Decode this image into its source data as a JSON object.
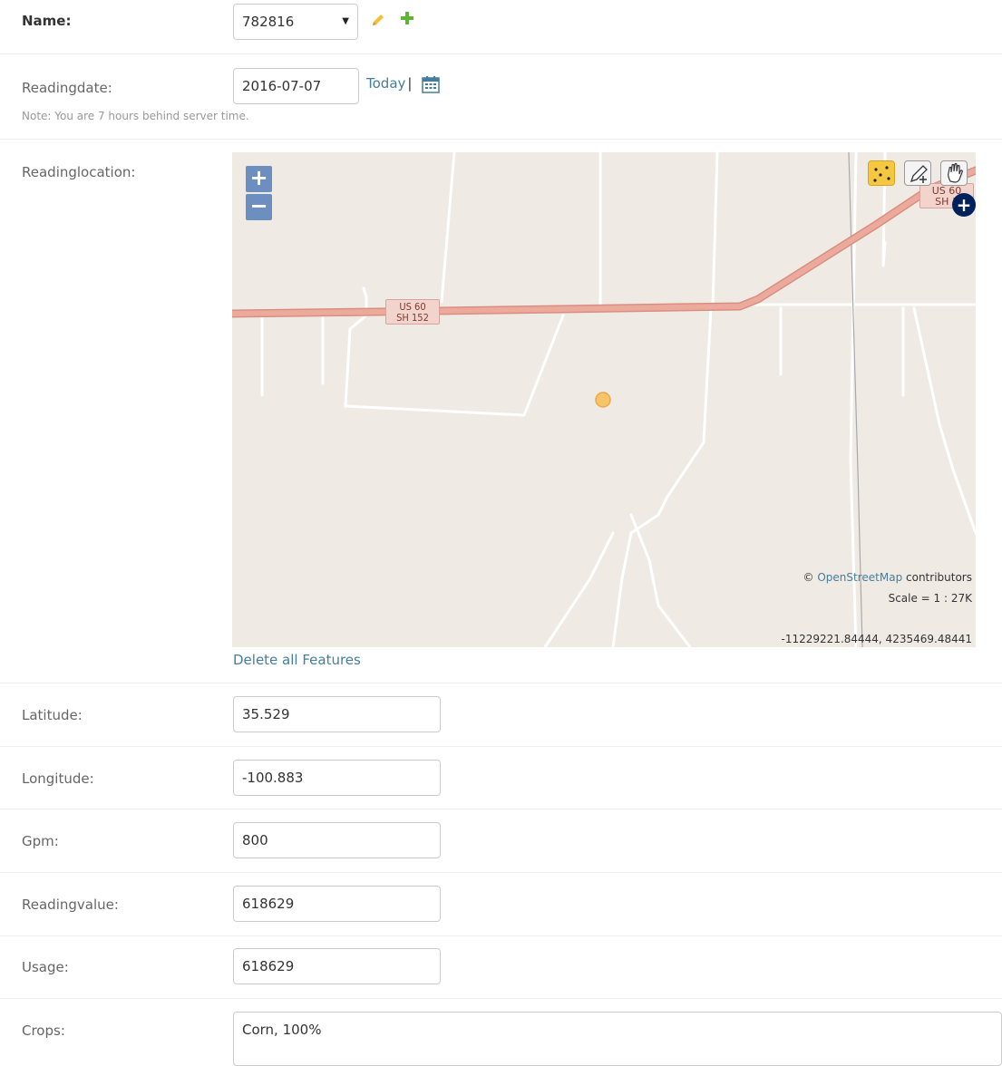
{
  "name": {
    "label": "Name:",
    "value": "782816"
  },
  "readingdate": {
    "label": "Readingdate:",
    "value": "2016-07-07",
    "today_label": "Today",
    "separator": "|",
    "note": "Note: You are 7 hours behind server time."
  },
  "readinglocation": {
    "label": "Readinglocation:",
    "map": {
      "zoom_in": "+",
      "zoom_out": "−",
      "road_shield_1": [
        "US 60",
        "SH 152"
      ],
      "road_shield_2": [
        "US 60",
        "SH 1"
      ],
      "attribution_prefix": "©",
      "attribution_link": "OpenStreetMap",
      "attribution_suffix": "contributors",
      "scale": "Scale = 1 : 27K",
      "mouse_position": "-11229221.84444, 4235469.48441"
    },
    "delete_label": "Delete all Features"
  },
  "latitude": {
    "label": "Latitude:",
    "value": "35.529"
  },
  "longitude": {
    "label": "Longitude:",
    "value": "-100.883"
  },
  "gpm": {
    "label": "Gpm:",
    "value": "800"
  },
  "readingvalue": {
    "label": "Readingvalue:",
    "value": "618629"
  },
  "usage": {
    "label": "Usage:",
    "value": "618629"
  },
  "crops": {
    "label": "Crops:",
    "value": "Corn, 100%"
  },
  "colors": {
    "link": "#447e9b",
    "road": "#e8a294",
    "marker": "#f7c36b",
    "zoom": "#6d8fc0"
  },
  "icons": [
    "pencil-icon",
    "add-icon",
    "calendar-icon",
    "point-tool-icon",
    "draw-tool-icon",
    "pan-tool-icon"
  ]
}
